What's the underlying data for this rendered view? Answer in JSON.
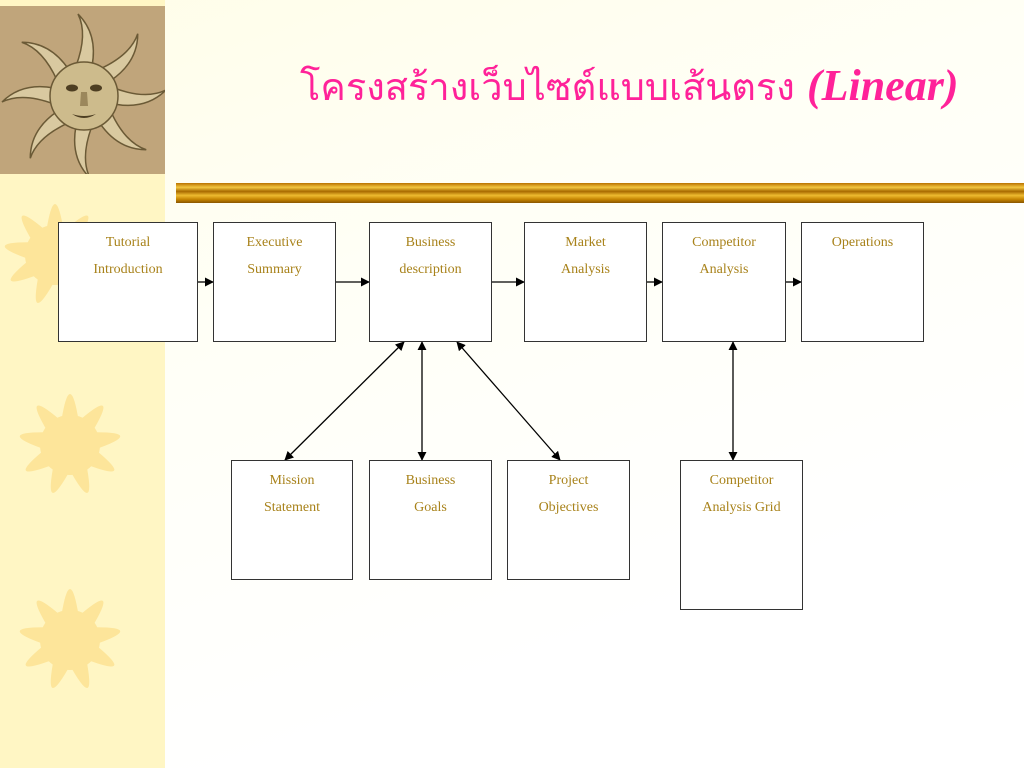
{
  "slide": {
    "title_thai": "โครงสร้างเว็บไซต์แบบเส้นตรง",
    "title_latin": "(Linear)"
  },
  "top_row": [
    {
      "line1": "Tutorial",
      "line2": "Introduction"
    },
    {
      "line1": "Executive",
      "line2": "Summary"
    },
    {
      "line1": "Business",
      "line2": "description"
    },
    {
      "line1": "Market",
      "line2": "Analysis"
    },
    {
      "line1": "Competitor",
      "line2": "Analysis"
    },
    {
      "line1": "Operations",
      "line2": ""
    }
  ],
  "bottom_row": [
    {
      "line1": "Mission",
      "line2": "Statement"
    },
    {
      "line1": "Business",
      "line2": "Goals"
    },
    {
      "line1": "Project",
      "line2": "Objectives"
    },
    {
      "line1": "Competitor",
      "line2": "Analysis Grid"
    }
  ],
  "icons": {
    "logo": "sun-face-icon",
    "decor": "sun-icon"
  },
  "colors": {
    "title": "#ff2299",
    "box_text": "#a8821a",
    "sun": "#fde59a",
    "gold_bar": "#d89a18"
  }
}
